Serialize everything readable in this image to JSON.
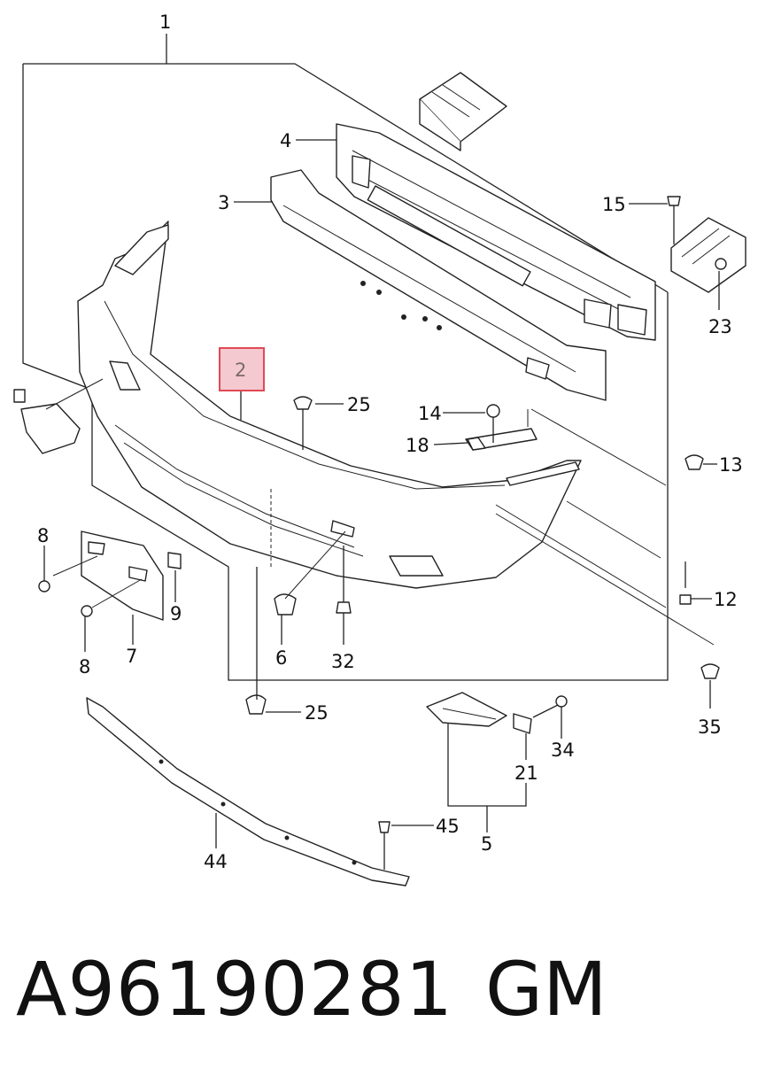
{
  "diagram": {
    "highlight_color": "#f4c9cf",
    "highlight_border": "#e04a55",
    "callouts": {
      "c1": "1",
      "c2": "2",
      "c3": "3",
      "c4": "4",
      "c5": "5",
      "c6": "6",
      "c7": "7",
      "c8a": "8",
      "c8b": "8",
      "c9": "9",
      "c12": "12",
      "c13": "13",
      "c14": "14",
      "c15": "15",
      "c18": "18",
      "c21": "21",
      "c23": "23",
      "c25a": "25",
      "c25b": "25",
      "c32": "32",
      "c34": "34",
      "c35": "35",
      "c44": "44",
      "c45": "45"
    }
  },
  "footer": {
    "part_number": "A96190281",
    "brand": "GM"
  }
}
